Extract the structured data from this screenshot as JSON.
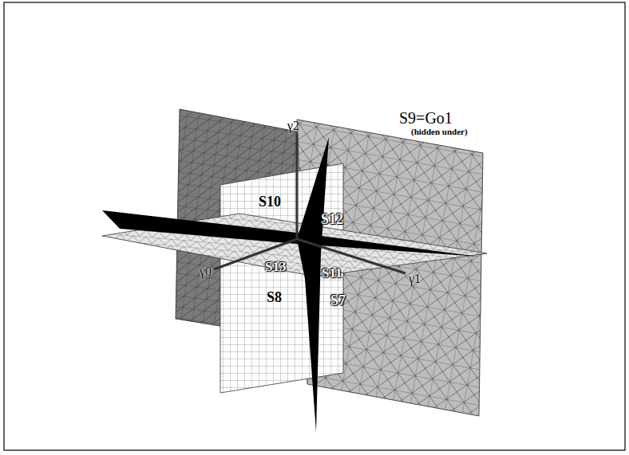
{
  "diagram": {
    "labels": [
      "S9=Go1",
      "(hidden under)",
      "γ2",
      "S10",
      "S12",
      "γ0",
      "S13",
      "S11",
      "γ1",
      "S8",
      "S7"
    ]
  }
}
